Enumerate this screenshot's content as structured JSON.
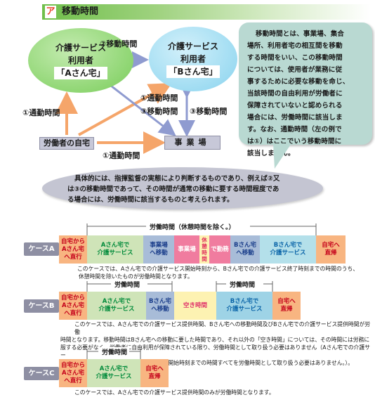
{
  "header": {
    "letter": "ア",
    "title": "移動時間"
  },
  "diagram": {
    "place_a": {
      "line1": "介護サービス",
      "line2": "利用者",
      "line3": "「Aさん宅」"
    },
    "place_b": {
      "line1": "介護サービス",
      "line2": "利用者",
      "line3": "「Bさん宅」"
    },
    "home": "労働者の自宅",
    "workplace": "事業場",
    "labels": {
      "ab": "②移動時間",
      "left": "①通勤時間",
      "cross1": "①通勤時間",
      "cross2": "③移動時間",
      "right": "③移動時間",
      "bottom": "①通勤時間"
    },
    "colors": {
      "orange_arrow": "#f5a56a",
      "blue_arrow": "#8f9bd0"
    }
  },
  "callout": {
    "lines": [
      "移動時間とは、事業場、集合",
      "場所、利用者宅の相互間を移動",
      "する時間をいい、この移動時間",
      "については、使用者が業務に従",
      "事するために必要な移動を命じ、",
      "当該時間の自由利用が労働者に",
      "保障されていないと認められる",
      "場合には、労働時間に該当しま",
      "す。なお、通勤時間（左の例で",
      "は①）はここでいう移動時間に",
      "該当しません。"
    ]
  },
  "note": {
    "lines": [
      "具体的には、指揮監督の実態により判断するものであり、例えば②又",
      "は③の移動時間であって、その時間が通常の移動に要する時間程度であ",
      "る場合には、労働時間に該当するものと考えられます。"
    ]
  },
  "case_a": {
    "label": "ケースA",
    "span": "労働時間（休憩時間を除く。）",
    "segments": {
      "s1": [
        "自宅から",
        "Aさん宅",
        "へ直行"
      ],
      "s2": [
        "Aさん宅で",
        "介護サービス"
      ],
      "s3": [
        "事業場",
        "へ移動"
      ],
      "s4": [
        "事業場"
      ],
      "s5": [
        "休",
        "憩",
        "時",
        "間"
      ],
      "s6": [
        "で勤務"
      ],
      "s7": [
        "Bさん宅",
        "へ移動"
      ],
      "s8": [
        "Bさん宅で",
        "介護サービス"
      ],
      "s9": [
        "自宅へ",
        "直帰"
      ]
    },
    "desc": [
      "このケースでは、Aさん宅での介護サービス開始時刻から、Bさん宅での介護サービス終了時刻までの時間のうち、",
      "休憩時間を除いたものが労働時間となります。"
    ]
  },
  "case_b": {
    "label": "ケースB",
    "span1": "労働時間",
    "span2": "労働時間",
    "segments": {
      "s1": [
        "自宅から",
        "Aさん宅",
        "へ直行"
      ],
      "s2": [
        "Aさん宅で",
        "介護サービス"
      ],
      "s3": [
        "Bさん宅",
        "へ移動"
      ],
      "s4": [
        "空き時間"
      ],
      "s5": [
        "Bさん宅で",
        "介護サービス"
      ],
      "s6": [
        "自宅へ",
        "直帰"
      ]
    },
    "desc": [
      "このケースでは、Aさん宅での介護サービス提供時間、Bさん宅への移動時間及びBさん宅での介護サービス提供時間が労働",
      "時間となります。移動時間はBさん宅への移動に要した時間であり、それ以外の「空き時間」については、その時間には労務に",
      "服する必要がなく、労働者に自由利用が保障されている限り、労働時間として取り扱う必要はありません（Aさん宅での介護サー",
      "ビス終了時刻からBさん宅での介護サービス開始時刻までの時間すべてを労働時間として取り扱う必要はありません。）。"
    ]
  },
  "case_c": {
    "label": "ケースC",
    "span": "労働時間",
    "segments": {
      "s1": [
        "自宅から",
        "Aさん宅",
        "へ直行"
      ],
      "s2": [
        "Aさん宅で",
        "介護サービス"
      ],
      "s3": [
        "自宅へ",
        "直帰"
      ]
    },
    "desc": [
      "このケースでは、Aさん宅での介護サービス提供時間のみが労働時間となります。"
    ]
  }
}
